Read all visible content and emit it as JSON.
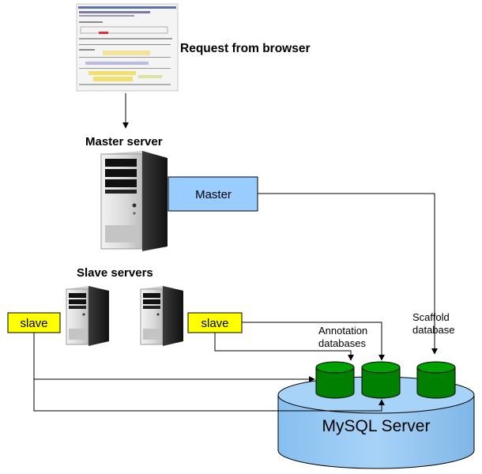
{
  "labels": {
    "request": "Request from browser",
    "master_server": "Master server",
    "master_box": "Master",
    "slave_servers": "Slave servers",
    "slave_left": "slave",
    "slave_right": "slave",
    "annotation_line1": "Annotation",
    "annotation_line2": "databases",
    "scaffold_line1": "Scaffold",
    "scaffold_line2": "database",
    "mysql": "MySQL Server"
  },
  "colors": {
    "master_box": "#99ccff",
    "slave_box": "#ffff00",
    "database": "#008000",
    "mysql_cylinder": "#99ccff",
    "connector": "#000000"
  },
  "icons": {
    "browser": "browser-screenshot-icon",
    "master_tower": "server-tower-icon",
    "slave_tower": "server-tower-icon",
    "database": "database-cylinder-icon"
  }
}
